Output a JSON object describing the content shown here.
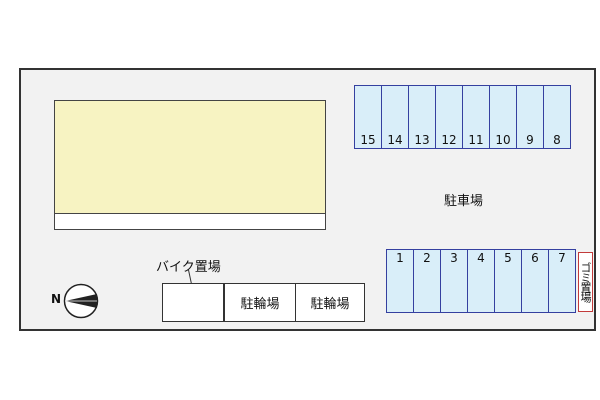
{
  "compass": {
    "letter": "N",
    "icon": "north-arrow-icon"
  },
  "building": {
    "label": ""
  },
  "parking": {
    "label": "駐車場",
    "top_row": [
      "15",
      "14",
      "13",
      "12",
      "11",
      "10",
      "9",
      "8"
    ],
    "bottom_row": [
      "1",
      "2",
      "3",
      "4",
      "5",
      "6",
      "7"
    ]
  },
  "garbage": {
    "label": "ゴミ置場"
  },
  "bike": {
    "label": "バイク置場"
  },
  "bicycle": {
    "labels": [
      "駐輪場",
      "駐輪場"
    ]
  },
  "colors": {
    "building_fill": "#f7f3c2",
    "stall_fill": "#d9eef9",
    "stall_border": "#3540a0",
    "garbage_border": "#c23b3b"
  }
}
